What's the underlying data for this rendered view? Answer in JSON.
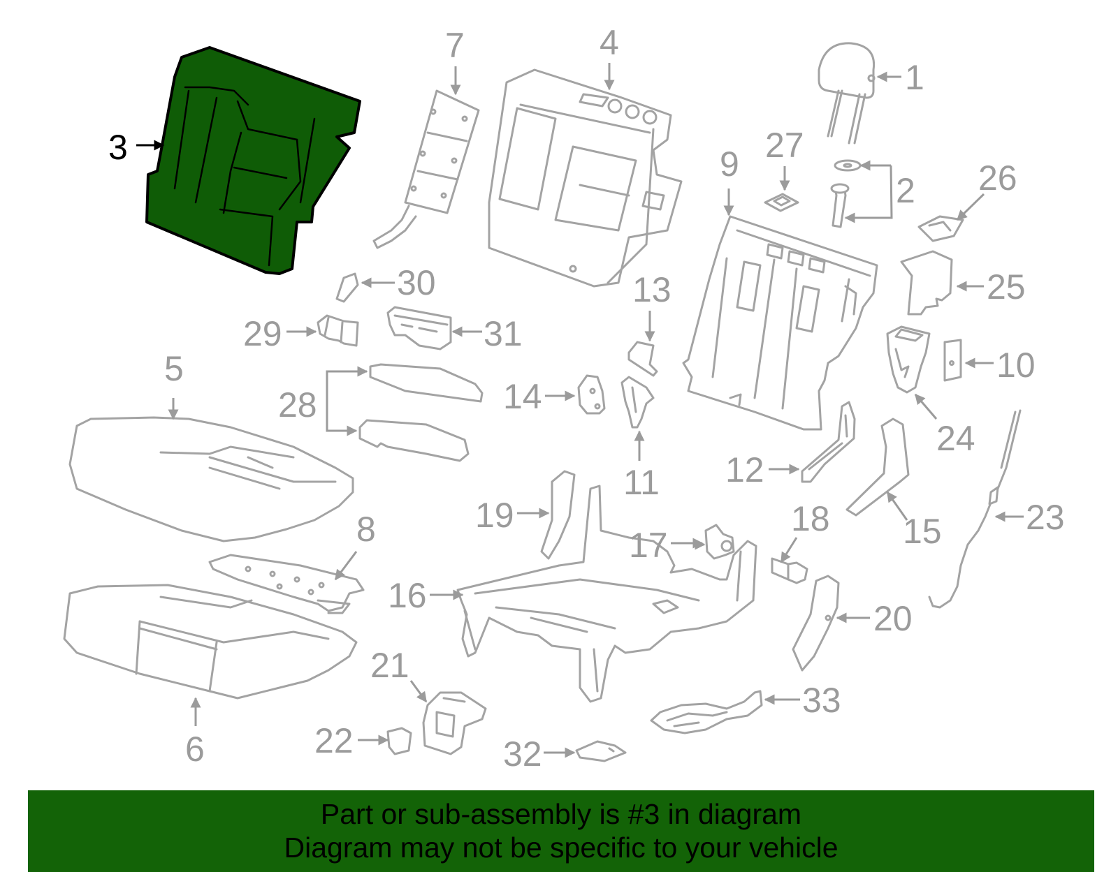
{
  "highlight": {
    "part": "3",
    "color": "#0f5c06"
  },
  "banner": {
    "line1": "Part or sub-assembly is #3 in diagram",
    "line2": "Diagram may not be specific to your vehicle",
    "color": "#136307"
  },
  "callouts": {
    "p1": "1",
    "p2": "2",
    "p3": "3",
    "p4": "4",
    "p5": "5",
    "p6": "6",
    "p7": "7",
    "p8": "8",
    "p9": "9",
    "p10": "10",
    "p11": "11",
    "p12": "12",
    "p13": "13",
    "p14": "14",
    "p15": "15",
    "p16": "16",
    "p17": "17",
    "p18": "18",
    "p19": "19",
    "p20": "20",
    "p21": "21",
    "p22": "22",
    "p23": "23",
    "p24": "24",
    "p25": "25",
    "p26": "26",
    "p27": "27",
    "p28": "28",
    "p29": "29",
    "p30": "30",
    "p31": "31",
    "p32": "32",
    "p33": "33"
  }
}
